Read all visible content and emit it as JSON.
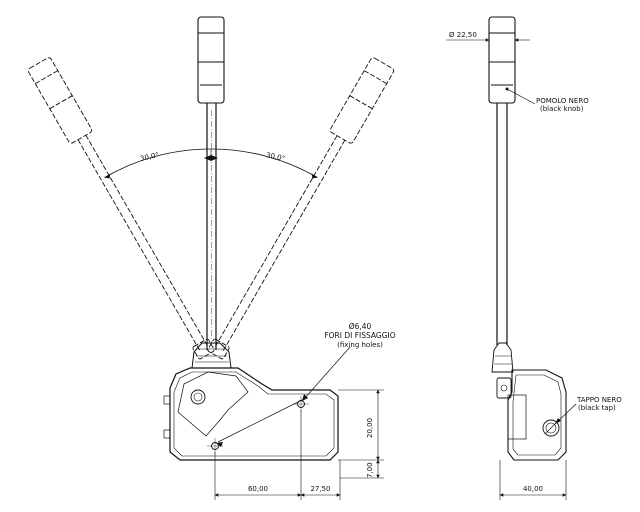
{
  "annotations": {
    "angle_left": "30,0°",
    "angle_right": "30,0°",
    "hole_diameter": "Ø6,40",
    "fixing_holes_it": "FORI DI FISSAGGIO",
    "fixing_holes_en": "(fixing holes)",
    "knob_diameter": "Ø 22,50",
    "knob_it": "POMOLO NERO",
    "knob_en": "(black knob)",
    "cap_it": "TAPPO NERO",
    "cap_en": "(black tap)"
  },
  "dimensions": {
    "dim_60": "60,00",
    "dim_27_5": "27,50",
    "dim_20": "20,00",
    "dim_7": "7,00",
    "dim_40": "40,00"
  }
}
